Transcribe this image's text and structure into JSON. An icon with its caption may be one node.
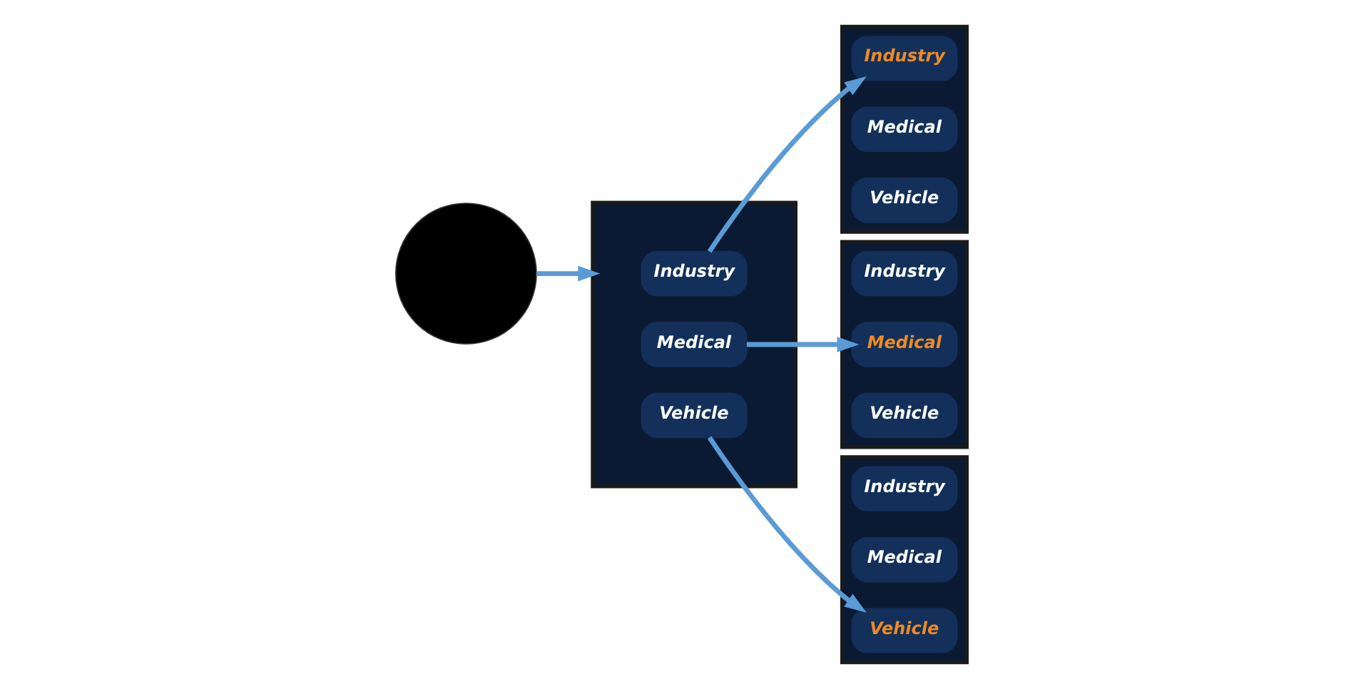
{
  "diagram": {
    "nodes": [
      {
        "text": [],
        "shape": "circle"
      },
      {
        "text": [],
        "shape": "box"
      },
      {
        "text": [
          "Industry"
        ],
        "in": 1
      },
      {
        "text": [
          "Medical"
        ],
        "in": 1
      },
      {
        "text": [
          "Vehicle"
        ],
        "in": 1
      },
      {
        "text": [],
        "shape": "box"
      },
      {
        "text": [
          "Industry"
        ],
        "in": 5
      },
      {
        "text": [
          "Medical"
        ],
        "in": 5
      },
      {
        "text": [
          "Vehicle"
        ],
        "in": 5
      },
      {
        "text": [],
        "shape": "box"
      },
      {
        "text": [
          "Industry"
        ],
        "in": 9
      },
      {
        "text": [
          "Medical"
        ],
        "in": 9
      },
      {
        "text": [
          "Vehicle"
        ],
        "in": 9
      },
      {
        "text": [],
        "shape": "box"
      },
      {
        "text": [
          "Industry"
        ],
        "in": 13
      },
      {
        "text": [
          "Medical"
        ],
        "in": 13
      },
      {
        "text": [
          "Vehicle"
        ],
        "in": 13
      }
    ],
    "edges": [
      {
        "from": 0,
        "to": 1,
        "arrow": "to"
      },
      {
        "from": 2,
        "to": 6,
        "arrow": "to"
      },
      {
        "from": 3,
        "to": 11,
        "arrow": "to"
      },
      {
        "from": 4,
        "to": 16,
        "arrow": "to"
      }
    ]
  }
}
